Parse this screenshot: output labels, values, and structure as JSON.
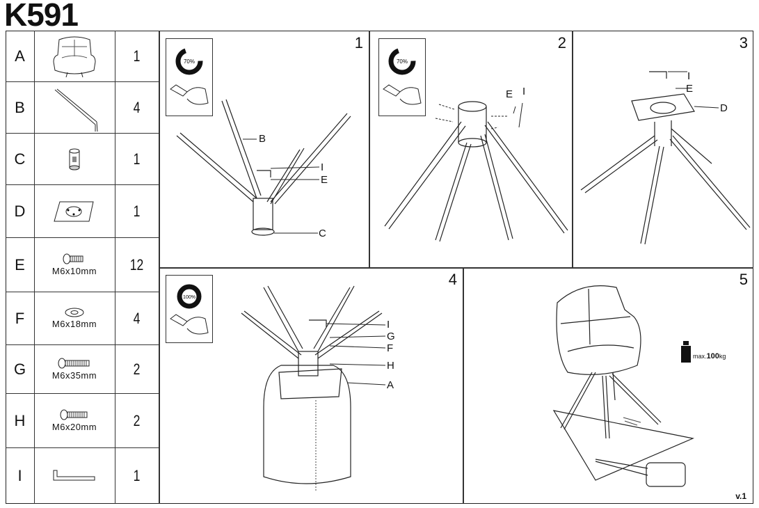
{
  "title": "K591",
  "parts": [
    {
      "letter": "A",
      "spec": "",
      "qty": "1",
      "icon": "chair-icon"
    },
    {
      "letter": "B",
      "spec": "",
      "qty": "4",
      "icon": "leg-icon"
    },
    {
      "letter": "C",
      "spec": "",
      "qty": "1",
      "icon": "connector-tube-icon"
    },
    {
      "letter": "D",
      "spec": "",
      "qty": "1",
      "icon": "mounting-plate-icon"
    },
    {
      "letter": "E",
      "spec": "M6x10mm",
      "qty": "12",
      "icon": "bolt-icon"
    },
    {
      "letter": "F",
      "spec": "M6x18mm",
      "qty": "4",
      "icon": "washer-icon"
    },
    {
      "letter": "G",
      "spec": "M6x35mm",
      "qty": "2",
      "icon": "bolt-icon"
    },
    {
      "letter": "H",
      "spec": "M6x20mm",
      "qty": "2",
      "icon": "bolt-icon"
    },
    {
      "letter": "I",
      "spec": "",
      "qty": "1",
      "icon": "allen-key-icon"
    }
  ],
  "steps": [
    {
      "number": "1",
      "torque": "70%",
      "labels": [
        "B",
        "I",
        "E",
        "C"
      ]
    },
    {
      "number": "2",
      "torque": "70%",
      "labels": [
        "E",
        "I"
      ]
    },
    {
      "number": "3",
      "labels": [
        "I",
        "E",
        "D"
      ]
    },
    {
      "number": "4",
      "torque": "100%",
      "labels": [
        "I",
        "G",
        "F",
        "H",
        "A"
      ]
    },
    {
      "number": "5",
      "max_load": "max.",
      "max_load_value": "100",
      "max_load_unit": "kg",
      "version": "v.1"
    }
  ]
}
